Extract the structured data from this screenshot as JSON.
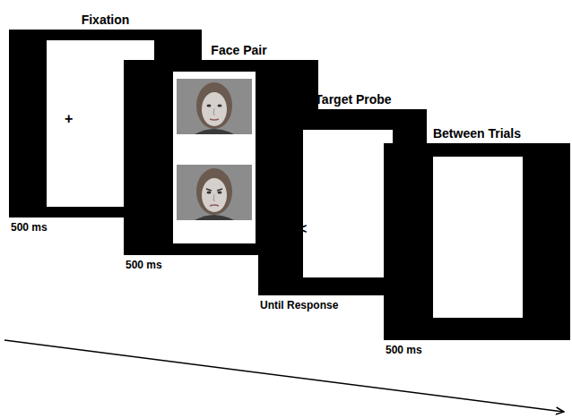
{
  "diagram": {
    "nodes": [
      {
        "text": [
          "Fixation",
          "+",
          "500 ms"
        ]
      },
      {
        "text": [
          "Face Pair",
          "500 ms"
        ]
      },
      {
        "text": [
          "Target Probe",
          "<",
          "Until Response"
        ]
      },
      {
        "text": [
          "Between Trials",
          "500 ms"
        ]
      }
    ]
  }
}
